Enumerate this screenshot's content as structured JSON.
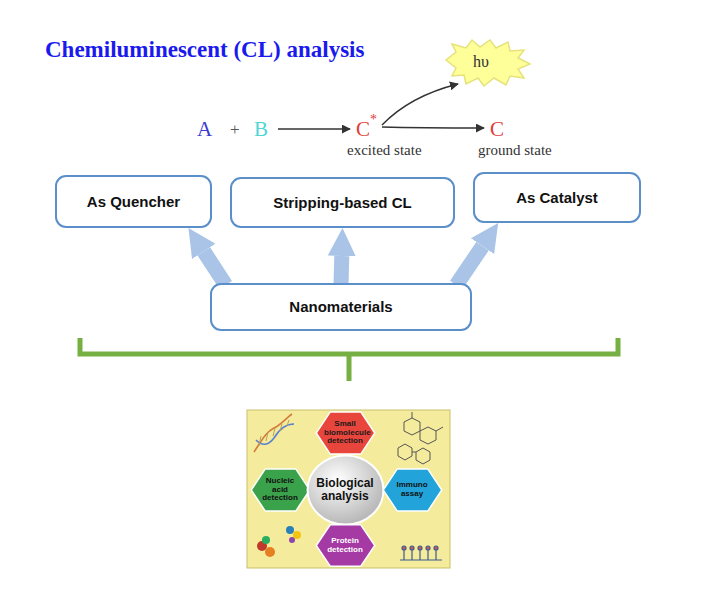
{
  "diagram": {
    "title": "Chemiluminescent (CL) analysis",
    "nodes": [
      {
        "text": [
          "As Quencher"
        ]
      },
      {
        "text": [
          "Stripping-based CL"
        ]
      },
      {
        "text": [
          "As Catalyst"
        ]
      },
      {
        "text": [
          "Nanomaterials"
        ]
      },
      {
        "text": [
          "Small biomolecule detection"
        ]
      },
      {
        "text": [
          "Nucleic acid detection"
        ]
      },
      {
        "text": [
          "Biological analysis"
        ]
      },
      {
        "text": [
          "Immuno assay"
        ]
      },
      {
        "text": [
          "Protein detection"
        ]
      }
    ],
    "edges": [
      {
        "from": 3,
        "to": 0,
        "arrow": "to"
      },
      {
        "from": 3,
        "to": 1,
        "arrow": "to"
      },
      {
        "from": 3,
        "to": 2,
        "arrow": "to"
      }
    ],
    "labels": [
      "A",
      "+",
      "B",
      "C",
      "*",
      "hυ",
      "C",
      "excited state",
      "ground state"
    ]
  }
}
